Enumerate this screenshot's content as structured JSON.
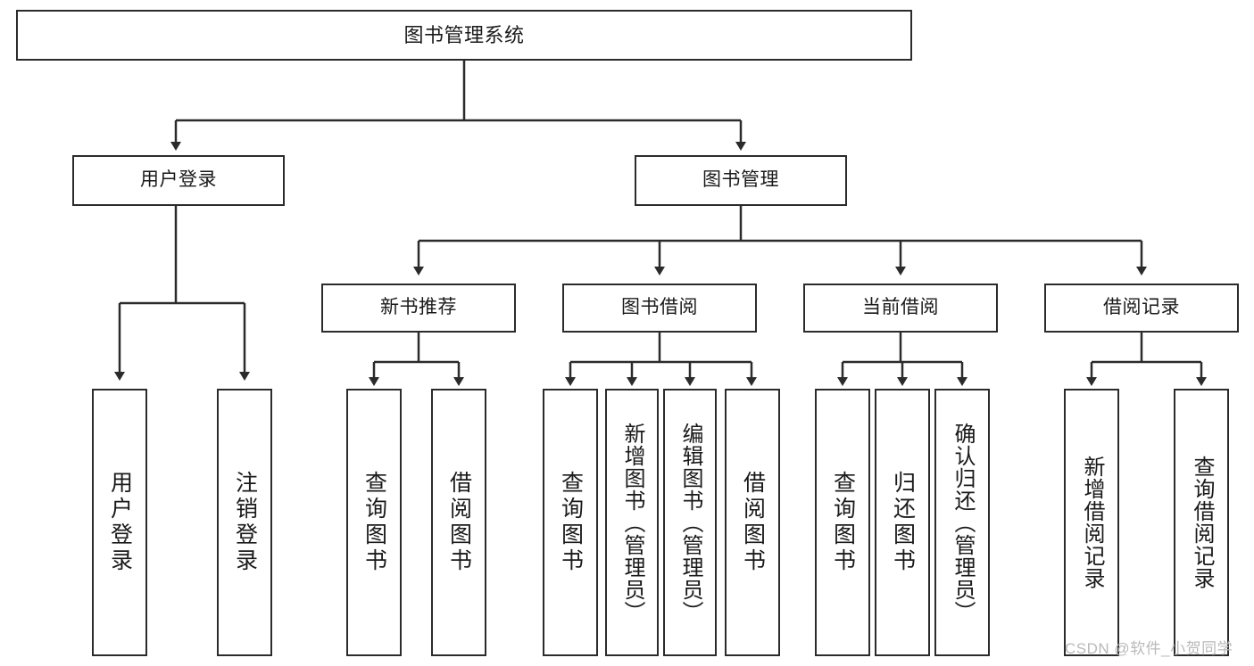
{
  "diagram": {
    "title": "图书管理系统",
    "type": "tree-hierarchy",
    "stroke_color": "#2b2b2b",
    "background_color": "#ffffff",
    "text_color": "#1a1a1a"
  },
  "nodes": {
    "root": {
      "label": "图书管理系统"
    },
    "level1": [
      {
        "id": "user-login",
        "label": "用户登录"
      },
      {
        "id": "book-manage",
        "label": "图书管理"
      }
    ],
    "level2": [
      {
        "id": "new-book-recommend",
        "label": "新书推荐"
      },
      {
        "id": "book-borrow",
        "label": "图书借阅"
      },
      {
        "id": "current-borrow",
        "label": "当前借阅"
      },
      {
        "id": "borrow-record",
        "label": "借阅记录"
      }
    ],
    "leaves": {
      "user_login": [
        {
          "id": "leaf-user-login",
          "label": "用户登录"
        },
        {
          "id": "leaf-user-logout",
          "label": "注销登录"
        }
      ],
      "new_book_recommend": [
        {
          "id": "leaf-query-book-1",
          "label": "查询图书"
        },
        {
          "id": "leaf-borrow-book-1",
          "label": "借阅图书"
        }
      ],
      "book_borrow": [
        {
          "id": "leaf-query-book-2",
          "label": "查询图书"
        },
        {
          "id": "leaf-add-book",
          "label": "新增图书（管理员）"
        },
        {
          "id": "leaf-edit-book",
          "label": "编辑图书（管理员）"
        },
        {
          "id": "leaf-borrow-book-2",
          "label": "借阅图书"
        }
      ],
      "current_borrow": [
        {
          "id": "leaf-query-book-3",
          "label": "查询图书"
        },
        {
          "id": "leaf-return-book",
          "label": "归还图书"
        },
        {
          "id": "leaf-confirm-return",
          "label": "确认归还（管理员）"
        }
      ],
      "borrow_record": [
        {
          "id": "leaf-add-record",
          "label": "新增借阅记录"
        },
        {
          "id": "leaf-query-record",
          "label": "查询借阅记录"
        }
      ]
    }
  },
  "watermark": {
    "text": "CSDN @软件_小贺同学"
  }
}
